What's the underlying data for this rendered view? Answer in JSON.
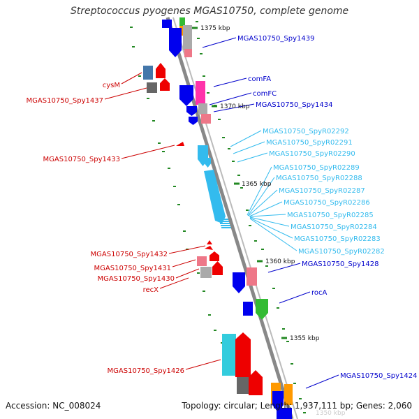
{
  "title": "Streptococcus pyogenes MGAS10750, complete genome",
  "footer": {
    "accession": "Accession: NC_008024",
    "topology": "Topology: circular; Length: 1,937,111 bp; Genes: 2,060"
  },
  "ruler": {
    "ticks": [
      "1375 kbp",
      "1370 kbp",
      "1365 kbp",
      "1360 kbp",
      "1355 kbp"
    ],
    "faded_tick": "1350 kbp"
  },
  "labels": {
    "left": [
      "cysM",
      "MGAS10750_Spy1437",
      "MGAS10750_Spy1433",
      "MGAS10750_Spy1432",
      "MGAS10750_Spy1431",
      "MGAS10750_Spy1430",
      "recX",
      "MGAS10750_Spy1426"
    ],
    "right_blue": [
      "MGAS10750_Spy1439",
      "comFA",
      "comFC",
      "MGAS10750_Spy1434",
      "MGAS10750_Spy1428",
      "rocA",
      "MGAS10750_Spy1424"
    ],
    "right_rna": [
      "MGAS10750_SpyR02292",
      "MGAS10750_SpyR02291",
      "MGAS10750_SpyR02290",
      "MGAS10750_SpyR02289",
      "MGAS10750_SpyR02288",
      "MGAS10750_SpyR02287",
      "MGAS10750_SpyR02286",
      "MGAS10750_SpyR02285",
      "MGAS10750_SpyR02284",
      "MGAS10750_SpyR02283",
      "MGAS10750_SpyR02282"
    ]
  },
  "colors": {
    "label_red": "#cc0000",
    "label_blue": "#0000cc",
    "label_cyan": "#33bbee",
    "backbone": "#888888",
    "tick": "#228822",
    "gene_blue": "#0000ee",
    "gene_red": "#ee0000",
    "gene_pink": "#ee7788",
    "gene_gray": "#aaaaaa",
    "gene_darkgray": "#666666",
    "gene_green": "#33bb33",
    "gene_orange": "#ff9900",
    "gene_magenta": "#ff33aa",
    "gene_cyan": "#33ccdd",
    "gene_lightblue": "#33bbee",
    "gene_steel": "#4477aa"
  }
}
